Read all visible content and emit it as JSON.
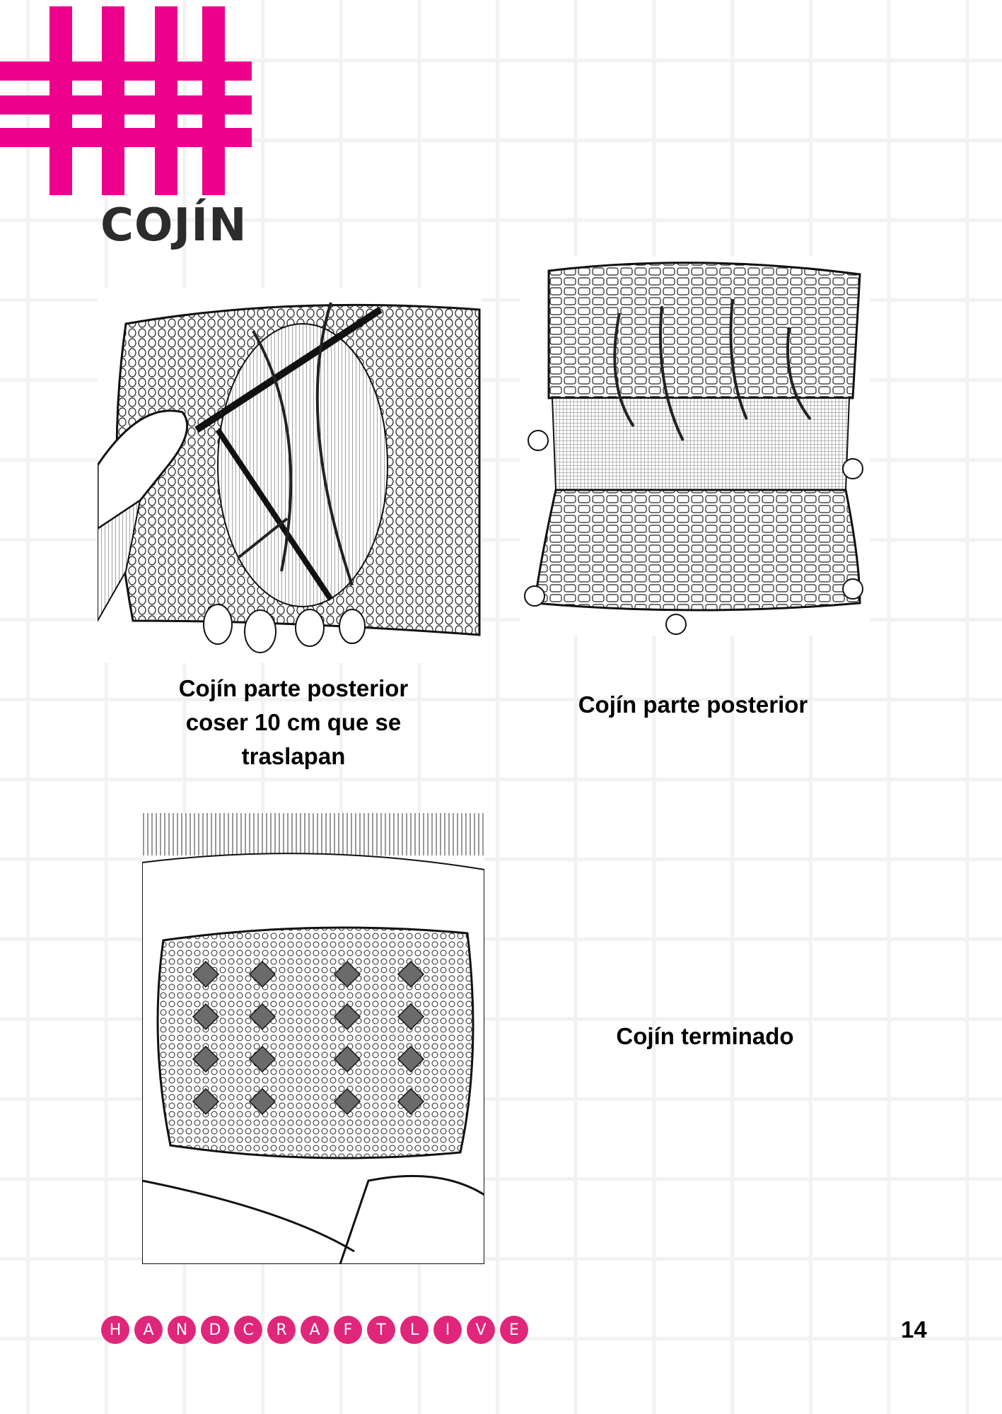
{
  "header": {
    "title": "COJÍN"
  },
  "steps": [
    {
      "caption_lines": [
        "Cojín parte posterior",
        "coser 10 cm que se",
        "traslapan"
      ]
    },
    {
      "caption_lines": [
        "Cojín parte posterior"
      ]
    },
    {
      "caption_lines": [
        "Cojín terminado"
      ]
    }
  ],
  "footer": {
    "brand_letters": [
      "H",
      "A",
      "N",
      "D",
      "C",
      "R",
      "A",
      "F",
      "T",
      "L",
      "I",
      "V",
      "E"
    ],
    "page_number": "14"
  },
  "colors": {
    "accent": "#ec008c",
    "brand": "#e0267a",
    "title": "#2b2d2c"
  }
}
